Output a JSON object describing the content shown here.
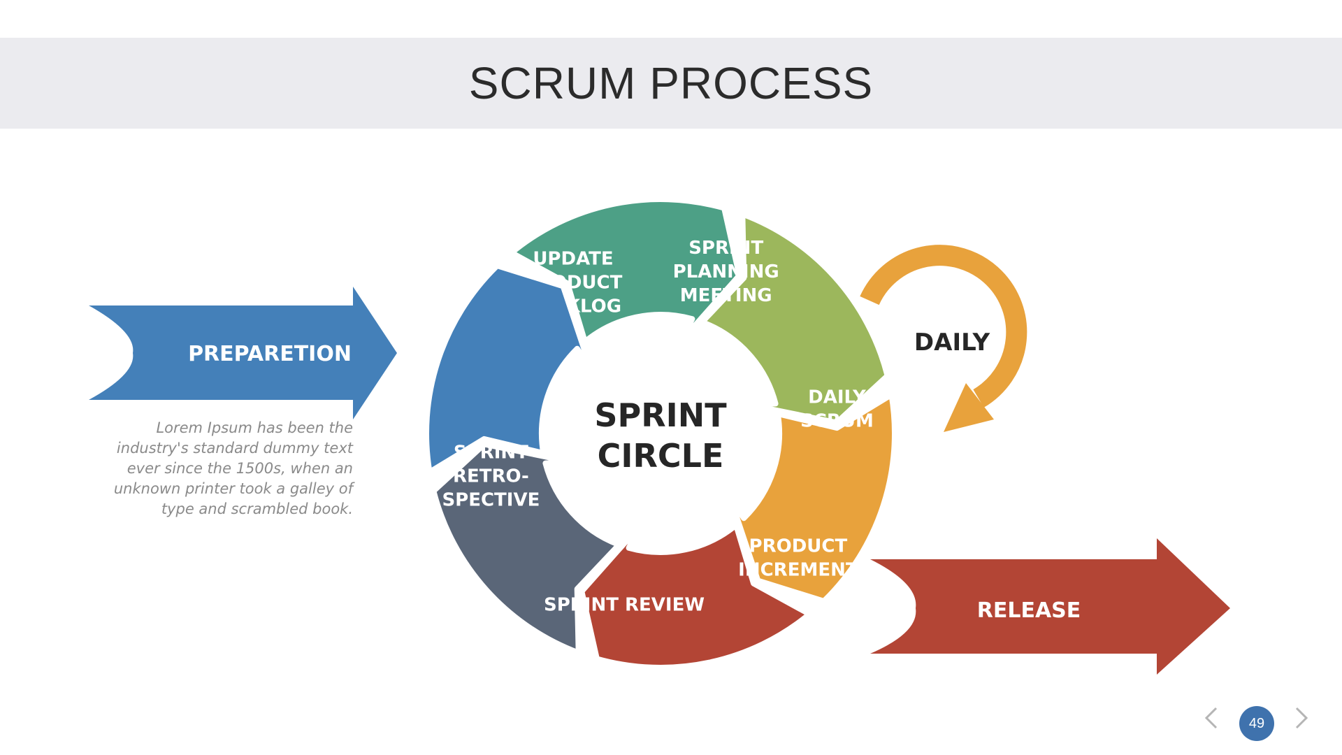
{
  "slide": {
    "title": "SCRUM PROCESS",
    "page_number": "49"
  },
  "diagram": {
    "center_label_line1": "SPRINT",
    "center_label_line2": "CIRCLE",
    "preparation": {
      "label": "PREPARETION",
      "color": "#4480b9"
    },
    "release": {
      "label": "RELEASE",
      "color": "#b34535"
    },
    "daily_loop": {
      "label": "DAILY",
      "color": "#e8a23c"
    },
    "segments": [
      {
        "lines": [
          "UPDATE",
          "PRODUCT",
          "BACKLOG"
        ],
        "color": "#4da086"
      },
      {
        "lines": [
          "SPRINT",
          "PLANNING",
          "MEETING"
        ],
        "color": "#9cb75c"
      },
      {
        "lines": [
          "DAILY",
          "SCRUM"
        ],
        "color": "#e8a23c"
      },
      {
        "lines": [
          "PRODUCT",
          "INCREMENT"
        ],
        "color": "#b34535"
      },
      {
        "lines": [
          "SPRINT REVIEW"
        ],
        "color": "#5a6678"
      },
      {
        "lines": [
          "SPRINT",
          "RETRO-",
          "SPECTIVE"
        ],
        "color": "#4480b9"
      }
    ]
  },
  "description": "Lorem Ipsum has been the industry's standard dummy text ever since the 1500s, when an unknown printer took a galley of type and scrambled book.",
  "nav": {
    "prev_icon": "chevron-left-icon",
    "next_icon": "chevron-right-icon"
  }
}
